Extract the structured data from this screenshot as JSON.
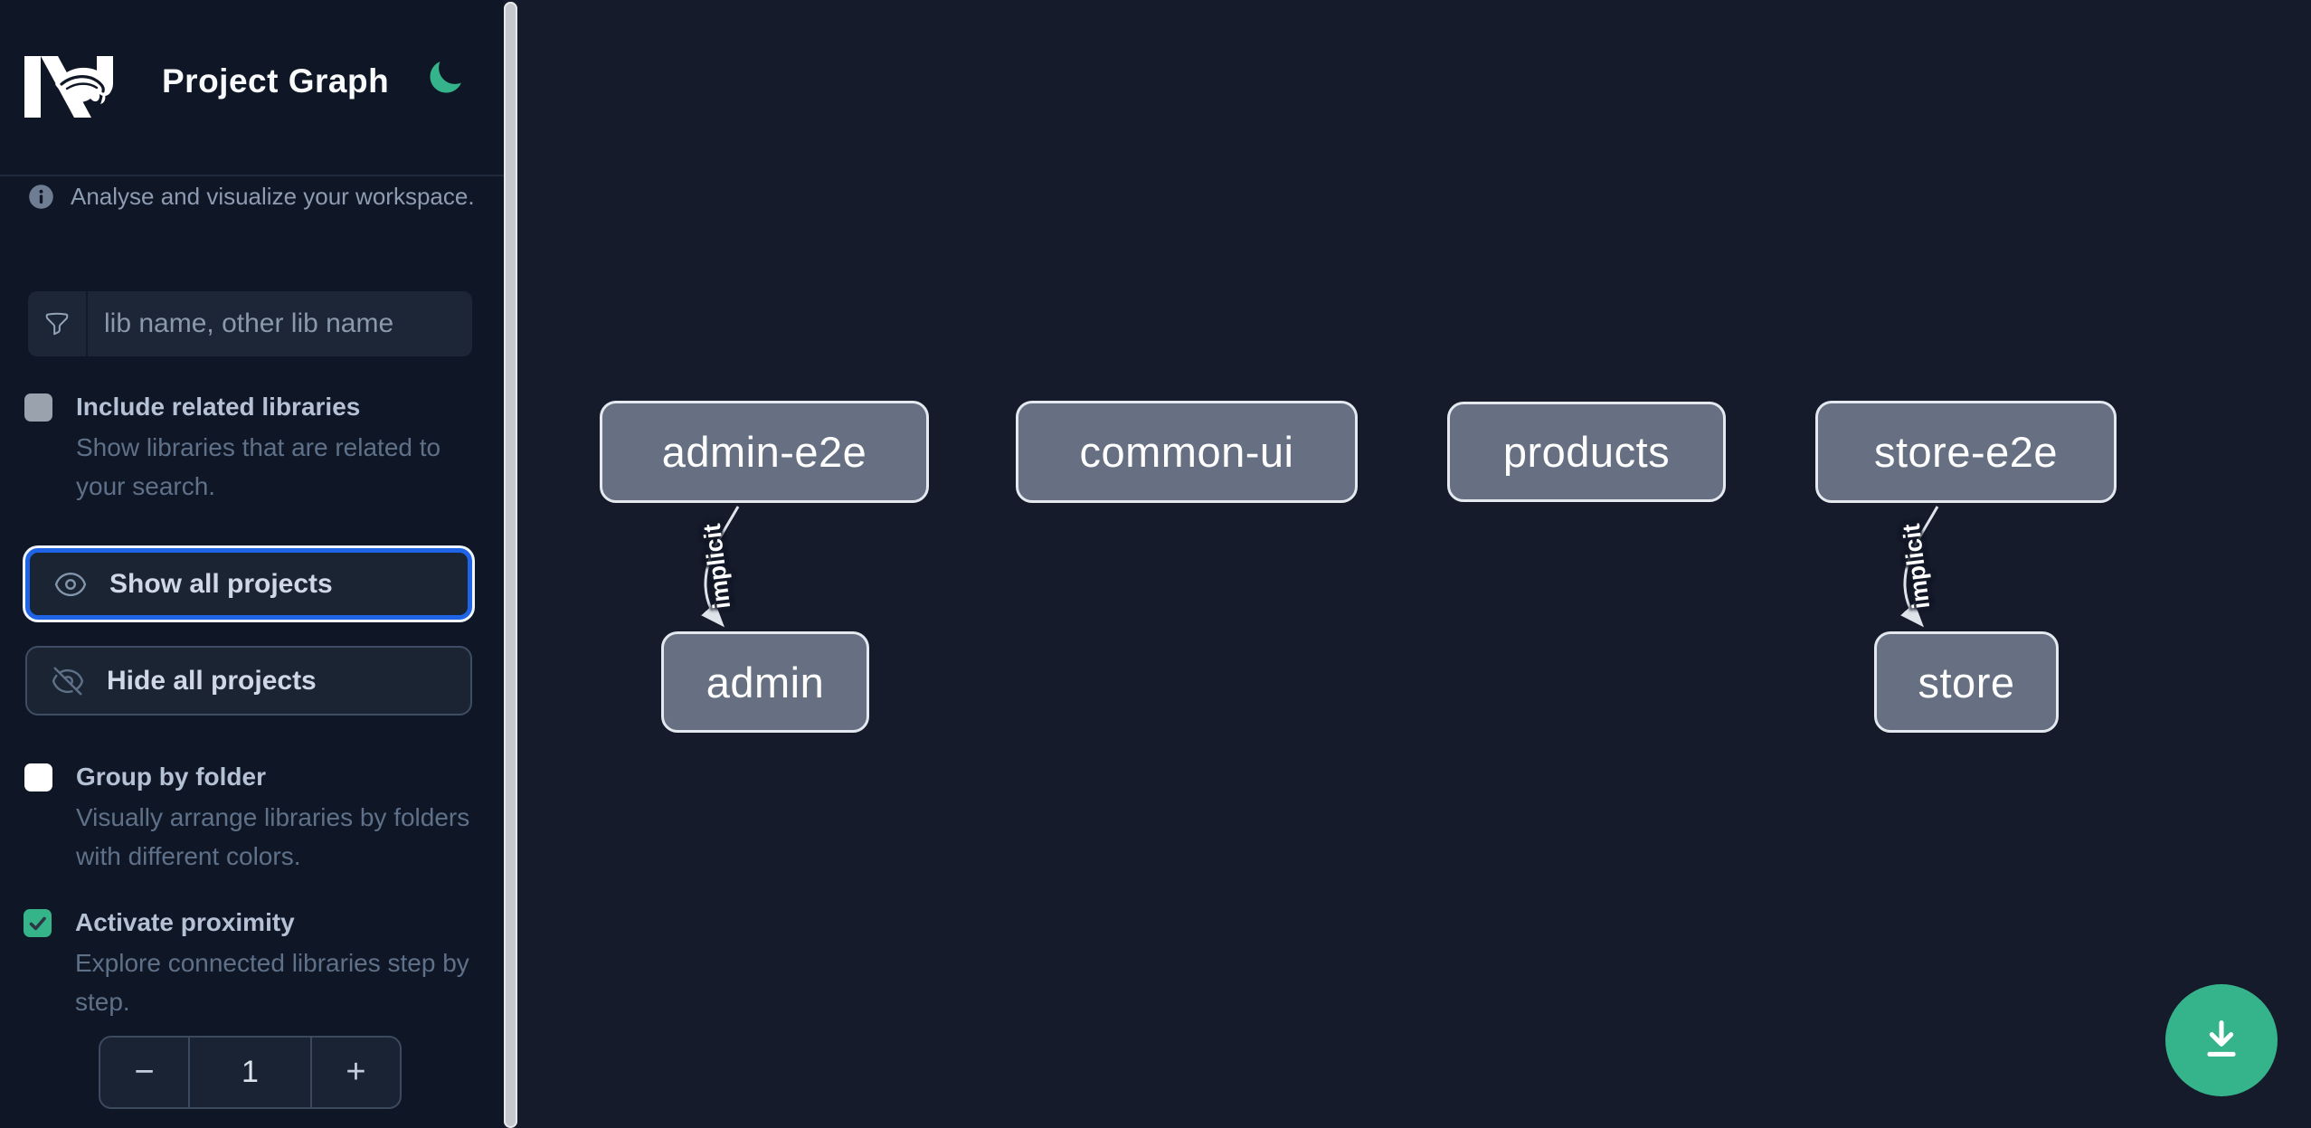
{
  "header": {
    "title": "Project Graph",
    "logo_icon": "nx-logo",
    "theme_icon": "moon-icon"
  },
  "sidebar": {
    "tagline": "Analyse and visualize your workspace.",
    "tagline_icon": "info-icon",
    "search": {
      "icon": "funnel-icon",
      "placeholder": "lib name, other lib name",
      "value": ""
    },
    "include_related": {
      "label": "Include related libraries",
      "description": "Show libraries that are related to your search.",
      "checked": false
    },
    "show_all": {
      "label": "Show all projects",
      "icon": "eye-icon",
      "focused": true
    },
    "hide_all": {
      "label": "Hide all projects",
      "icon": "eye-slash-icon"
    },
    "group_by_folder": {
      "label": "Group by folder",
      "description": "Visually arrange libraries by folders with different colors.",
      "checked": false
    },
    "activate_proximity": {
      "label": "Activate proximity",
      "description": "Explore connected libraries step by step.",
      "checked": true
    },
    "proximity_stepper": {
      "decrement": "−",
      "value": "1",
      "increment": "+"
    }
  },
  "graph": {
    "nodes": [
      {
        "id": "admin-e2e",
        "label": "admin-e2e"
      },
      {
        "id": "common-ui",
        "label": "common-ui"
      },
      {
        "id": "products",
        "label": "products"
      },
      {
        "id": "store-e2e",
        "label": "store-e2e"
      },
      {
        "id": "admin",
        "label": "admin"
      },
      {
        "id": "store",
        "label": "store"
      }
    ],
    "edges": [
      {
        "source": "admin-e2e",
        "target": "admin",
        "label": "implicit"
      },
      {
        "source": "store-e2e",
        "target": "store",
        "label": "implicit"
      }
    ]
  },
  "fab": {
    "icon": "download-icon"
  },
  "colors": {
    "accent_green": "#35b48c",
    "focus_blue": "#1f63e6",
    "sidebar_bg": "#0f1626",
    "canvas_bg": "#151b2a",
    "node_fill": "#667082",
    "node_border": "#e4e9f0",
    "edge_color": "#dfe3ea"
  }
}
